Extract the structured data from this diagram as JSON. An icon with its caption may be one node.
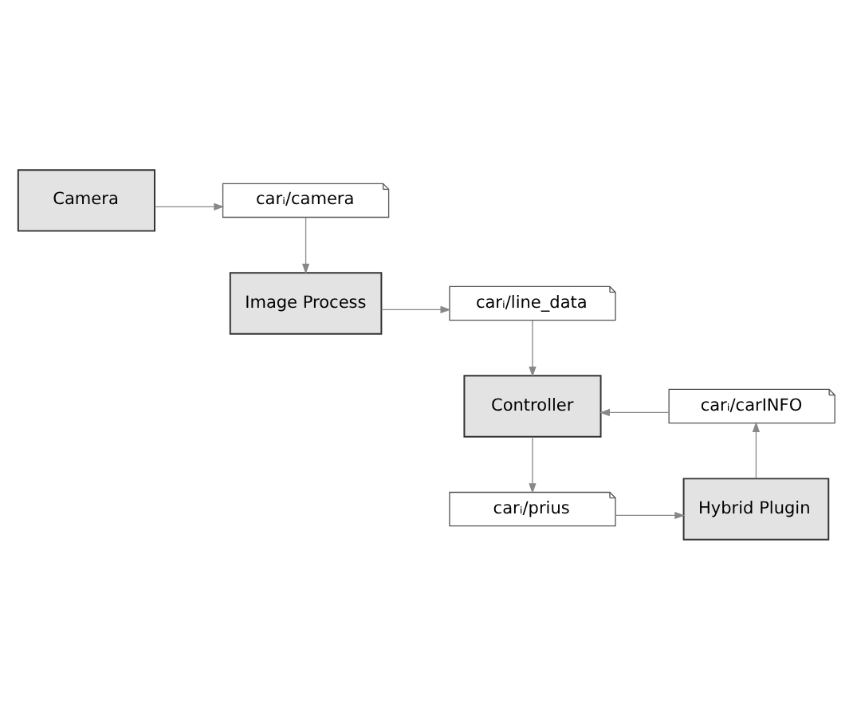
{
  "diagram": {
    "nodes": [
      {
        "text": [
          "Camera"
        ]
      },
      {
        "text": [
          "carᵢ/camera"
        ]
      },
      {
        "text": [
          "Image Process"
        ]
      },
      {
        "text": [
          "carᵢ/line_data"
        ]
      },
      {
        "text": [
          "Controller"
        ]
      },
      {
        "text": [
          "carᵢ/carINFO"
        ]
      },
      {
        "text": [
          "carᵢ/prius"
        ]
      },
      {
        "text": [
          "Hybrid Plugin"
        ]
      }
    ],
    "edges": [
      {
        "from": 0,
        "to": 1,
        "arrow": "to"
      },
      {
        "from": 1,
        "to": 2,
        "arrow": "to"
      },
      {
        "from": 2,
        "to": 3,
        "arrow": "to"
      },
      {
        "from": 3,
        "to": 4,
        "arrow": "to"
      },
      {
        "from": 5,
        "to": 4,
        "arrow": "to"
      },
      {
        "from": 4,
        "to": 6,
        "arrow": "to"
      },
      {
        "from": 6,
        "to": 7,
        "arrow": "to"
      },
      {
        "from": 7,
        "to": 5,
        "arrow": "to"
      }
    ]
  }
}
